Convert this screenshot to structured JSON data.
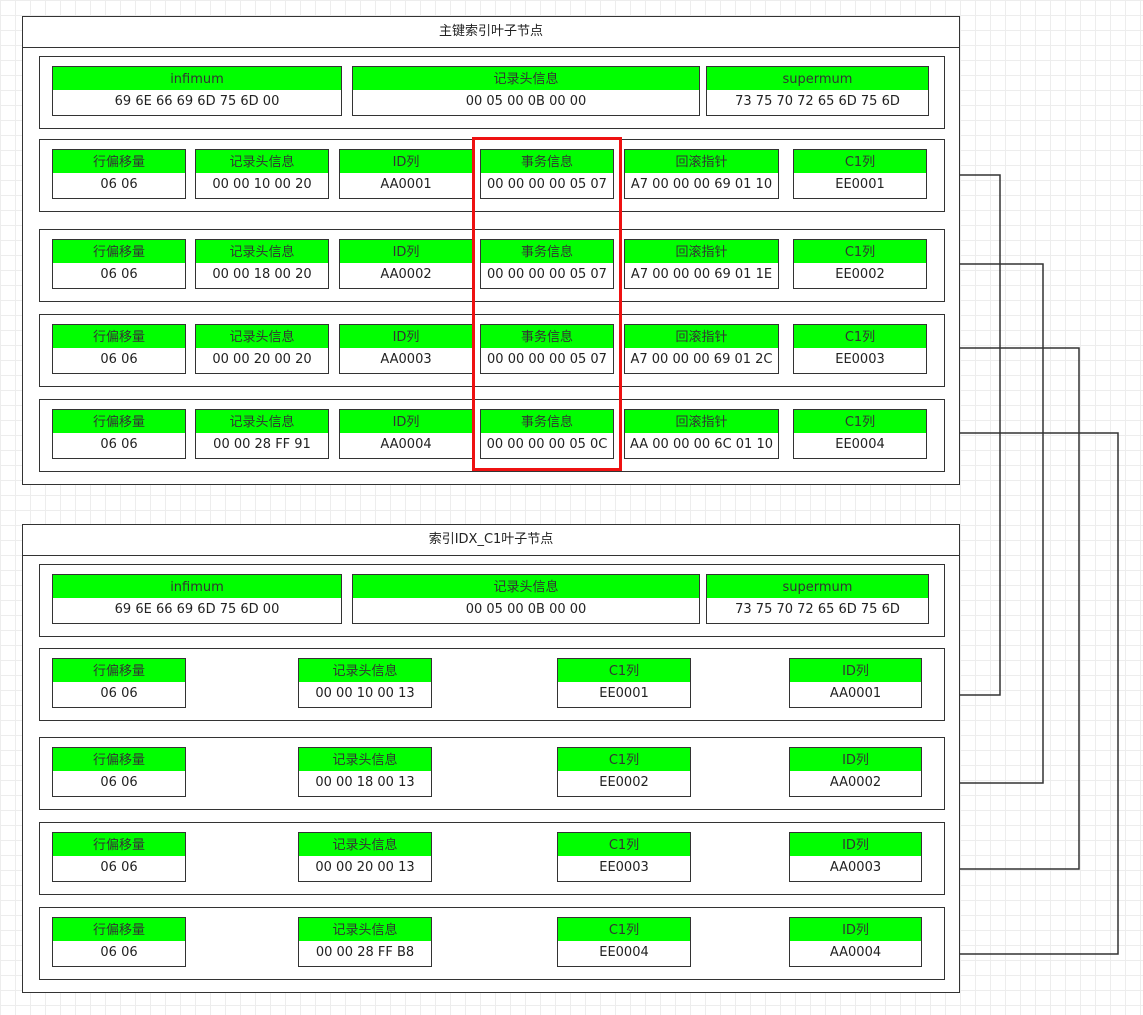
{
  "colors": {
    "label_fill": "#00ff00",
    "border": "#333333",
    "highlight": "#ee1111"
  },
  "primary_panel": {
    "title": "主键索引叶子节点",
    "header": [
      {
        "label": "infimum",
        "value": "69 6E 66 69 6D 75 6D 00"
      },
      {
        "label": "记录头信息",
        "value": "00 05 00 0B 00 00"
      },
      {
        "label": "supermum",
        "value": "73 75 70 72 65 6D 75 6D"
      }
    ],
    "rows": [
      {
        "cells": [
          {
            "label": "行偏移量",
            "value": "06 06"
          },
          {
            "label": "记录头信息",
            "value": "00 00 10 00 20"
          },
          {
            "label": "ID列",
            "value": "AA0001"
          },
          {
            "label": "事务信息",
            "value": "00 00 00 00 05 07"
          },
          {
            "label": "回滚指针",
            "value": "A7 00 00 00 69 01 10"
          },
          {
            "label": "C1列",
            "value": "EE0001"
          }
        ]
      },
      {
        "cells": [
          {
            "label": "行偏移量",
            "value": "06 06"
          },
          {
            "label": "记录头信息",
            "value": "00 00 18 00 20"
          },
          {
            "label": "ID列",
            "value": "AA0002"
          },
          {
            "label": "事务信息",
            "value": "00 00 00 00 05 07"
          },
          {
            "label": "回滚指针",
            "value": "A7 00 00 00 69 01 1E"
          },
          {
            "label": "C1列",
            "value": "EE0002"
          }
        ]
      },
      {
        "cells": [
          {
            "label": "行偏移量",
            "value": "06 06"
          },
          {
            "label": "记录头信息",
            "value": "00 00 20 00 20"
          },
          {
            "label": "ID列",
            "value": "AA0003"
          },
          {
            "label": "事务信息",
            "value": "00 00 00 00 05 07"
          },
          {
            "label": "回滚指针",
            "value": "A7 00 00 00 69 01 2C"
          },
          {
            "label": "C1列",
            "value": "EE0003"
          }
        ]
      },
      {
        "cells": [
          {
            "label": "行偏移量",
            "value": "06 06"
          },
          {
            "label": "记录头信息",
            "value": "00 00 28 FF 91"
          },
          {
            "label": "ID列",
            "value": "AA0004"
          },
          {
            "label": "事务信息",
            "value": "00 00 00 00 05 0C"
          },
          {
            "label": "回滚指针",
            "value": "AA 00 00 00 6C 01 10"
          },
          {
            "label": "C1列",
            "value": "EE0004"
          }
        ]
      }
    ]
  },
  "secondary_panel": {
    "title": "索引IDX_C1叶子节点",
    "header": [
      {
        "label": "infimum",
        "value": "69 6E 66 69 6D 75 6D 00"
      },
      {
        "label": "记录头信息",
        "value": "00 05 00 0B 00 00"
      },
      {
        "label": "supermum",
        "value": "73 75 70 72 65 6D 75 6D"
      }
    ],
    "rows": [
      {
        "cells": [
          {
            "label": "行偏移量",
            "value": "06 06"
          },
          {
            "label": "记录头信息",
            "value": "00 00 10 00 13"
          },
          {
            "label": "C1列",
            "value": "EE0001"
          },
          {
            "label": "ID列",
            "value": "AA0001"
          }
        ]
      },
      {
        "cells": [
          {
            "label": "行偏移量",
            "value": "06 06"
          },
          {
            "label": "记录头信息",
            "value": "00 00 18 00 13"
          },
          {
            "label": "C1列",
            "value": "EE0002"
          },
          {
            "label": "ID列",
            "value": "AA0002"
          }
        ]
      },
      {
        "cells": [
          {
            "label": "行偏移量",
            "value": "06 06"
          },
          {
            "label": "记录头信息",
            "value": "00 00 20 00 13"
          },
          {
            "label": "C1列",
            "value": "EE0003"
          },
          {
            "label": "ID列",
            "value": "AA0003"
          }
        ]
      },
      {
        "cells": [
          {
            "label": "行偏移量",
            "value": "06 06"
          },
          {
            "label": "记录头信息",
            "value": "00 00 28 FF B8"
          },
          {
            "label": "C1列",
            "value": "EE0004"
          },
          {
            "label": "ID列",
            "value": "AA0004"
          }
        ]
      }
    ]
  }
}
